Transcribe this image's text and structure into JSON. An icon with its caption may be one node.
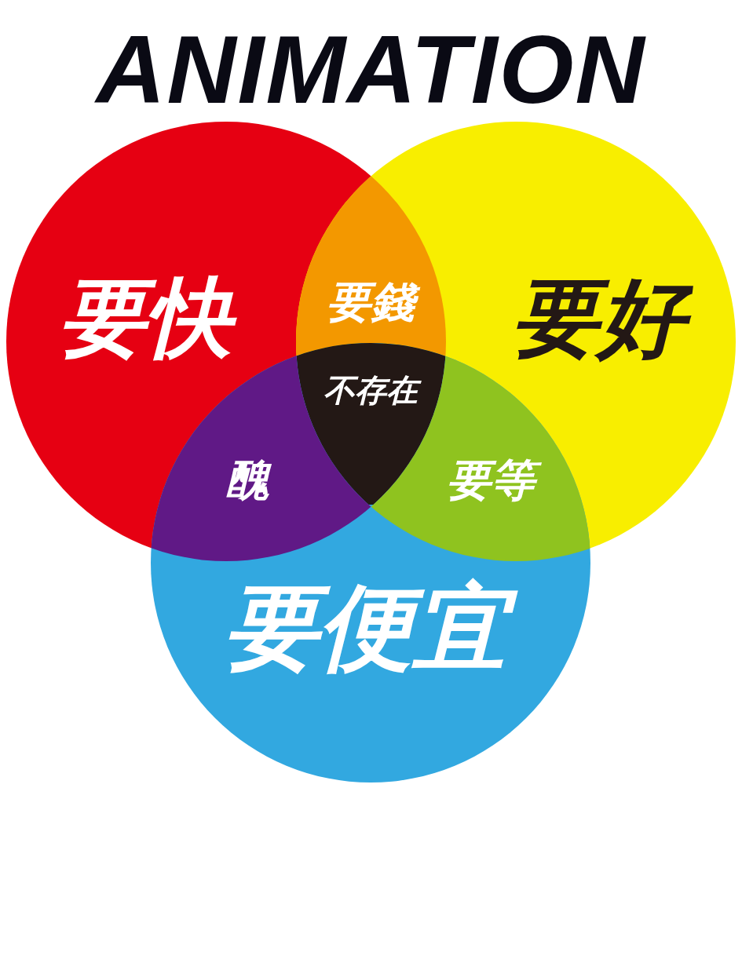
{
  "diagram": {
    "title": "ANIMATION",
    "nodes": [
      {
        "text": [
          "要快"
        ]
      },
      {
        "text": [
          "要錢"
        ]
      },
      {
        "text": [
          "要好"
        ]
      },
      {
        "text": [
          "不存在"
        ]
      },
      {
        "text": [
          "醜"
        ]
      },
      {
        "text": [
          "要等"
        ]
      },
      {
        "text": [
          "要便宜"
        ]
      }
    ],
    "edges": []
  }
}
